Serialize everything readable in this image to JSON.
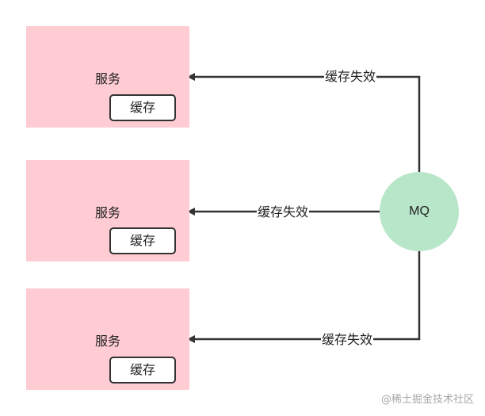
{
  "services": [
    {
      "label": "服务",
      "cache_label": "缓存"
    },
    {
      "label": "服务",
      "cache_label": "缓存"
    },
    {
      "label": "服务",
      "cache_label": "缓存"
    }
  ],
  "mq": {
    "label": "MQ"
  },
  "edges": [
    {
      "label": "缓存失效"
    },
    {
      "label": "缓存失效"
    },
    {
      "label": "缓存失效"
    }
  ],
  "watermark": "@稀土掘金技术社区",
  "colors": {
    "service_fill": "#ffccd4",
    "mq_fill": "#b8e6c8",
    "arrow": "#333333",
    "cache_border": "#333333"
  }
}
